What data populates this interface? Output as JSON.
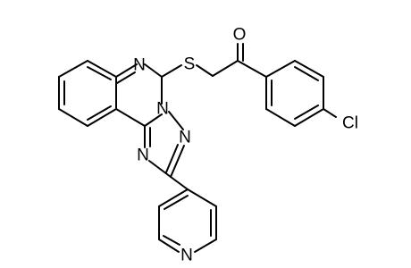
{
  "labels": {
    "n_quinazoline": "N",
    "n_bridgehead": "N",
    "n_triazole_a": "N",
    "n_triazole_b": "N",
    "n_pyridine": "N",
    "s": "S",
    "o": "O",
    "cl": "Cl"
  }
}
